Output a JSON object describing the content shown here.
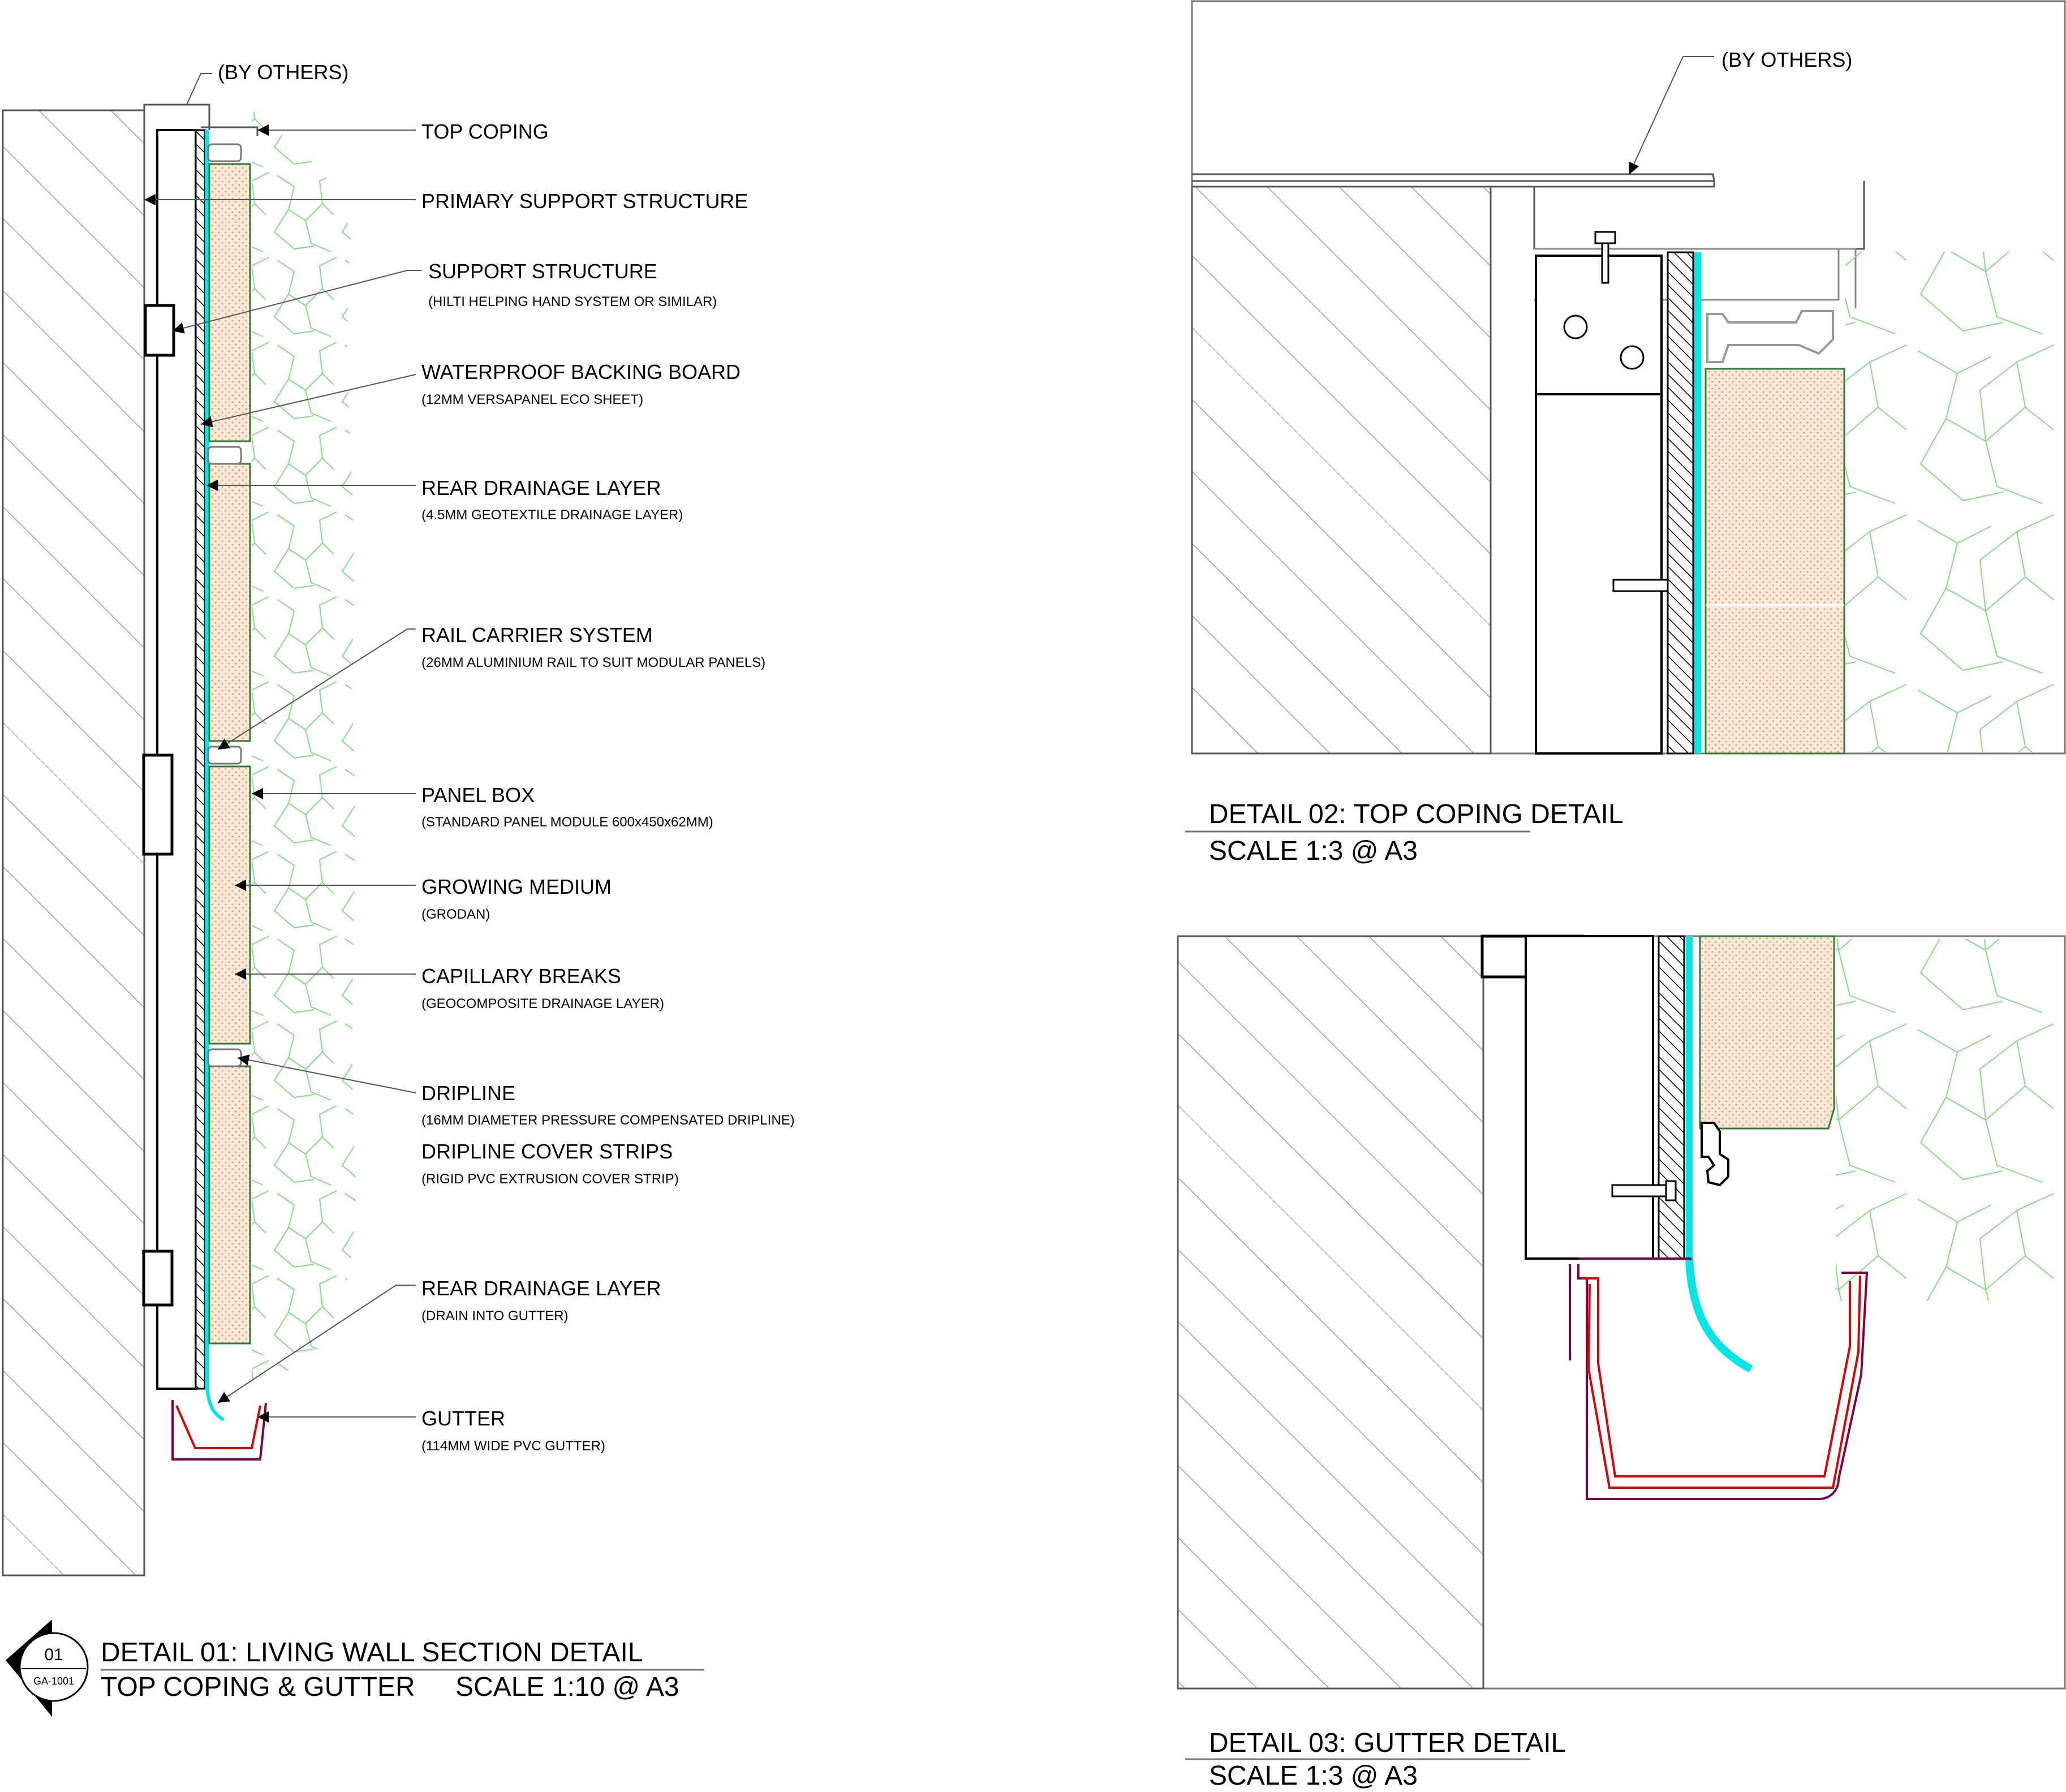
{
  "detail01": {
    "by_others": "(BY OTHERS)",
    "labels": [
      {
        "title": "TOP COPING",
        "sub": ""
      },
      {
        "title": "PRIMARY SUPPORT STRUCTURE",
        "sub": ""
      },
      {
        "title": "SUPPORT STRUCTURE",
        "sub": "(HILTI HELPING HAND SYSTEM OR SIMILAR)"
      },
      {
        "title": "WATERPROOF BACKING BOARD",
        "sub": "(12MM VERSAPANEL ECO SHEET)"
      },
      {
        "title": "REAR DRAINAGE LAYER",
        "sub": "(4.5MM GEOTEXTILE DRAINAGE LAYER)"
      },
      {
        "title": "RAIL CARRIER SYSTEM",
        "sub": "(26MM ALUMINIUM RAIL TO SUIT MODULAR PANELS)"
      },
      {
        "title": "PANEL BOX",
        "sub": "(STANDARD PANEL MODULE 600x450x62MM)"
      },
      {
        "title": "GROWING MEDIUM",
        "sub": "(GRODAN)"
      },
      {
        "title": "CAPILLARY BREAKS",
        "sub": "(GEOCOMPOSITE DRAINAGE LAYER)"
      },
      {
        "title": "DRIPLINE",
        "sub": "(16MM DIAMETER PRESSURE COMPENSATED DRIPLINE)"
      },
      {
        "title": "DRIPLINE COVER STRIPS",
        "sub": "(RIGID PVC EXTRUSION COVER STRIP)"
      },
      {
        "title": "REAR DRAINAGE LAYER",
        "sub": "(DRAIN INTO GUTTER)"
      },
      {
        "title": "GUTTER",
        "sub": "(114MM WIDE PVC GUTTER)"
      }
    ],
    "title_line1": "DETAIL 01: LIVING WALL SECTION DETAIL",
    "title_line2": "TOP COPING & GUTTER",
    "scale": "SCALE 1:10 @ A3",
    "marker_number": "01",
    "marker_sheet": "GA-1001"
  },
  "detail02": {
    "by_others": "(BY OTHERS)",
    "title": "DETAIL 02: TOP COPING DETAIL",
    "scale": "SCALE 1:3 @ A3"
  },
  "detail03": {
    "title": "DETAIL 03: GUTTER DETAIL",
    "scale": "SCALE 1:3 @ A3"
  },
  "colors": {
    "water": "#00e5e5",
    "medium_fill": "#fbe9dc",
    "medium_dot": "#e8a060",
    "panel_edge": "#2e7d32",
    "plant": "#7ee07e",
    "gutter_outer": "#800040",
    "gutter_inner": "#e00000"
  }
}
